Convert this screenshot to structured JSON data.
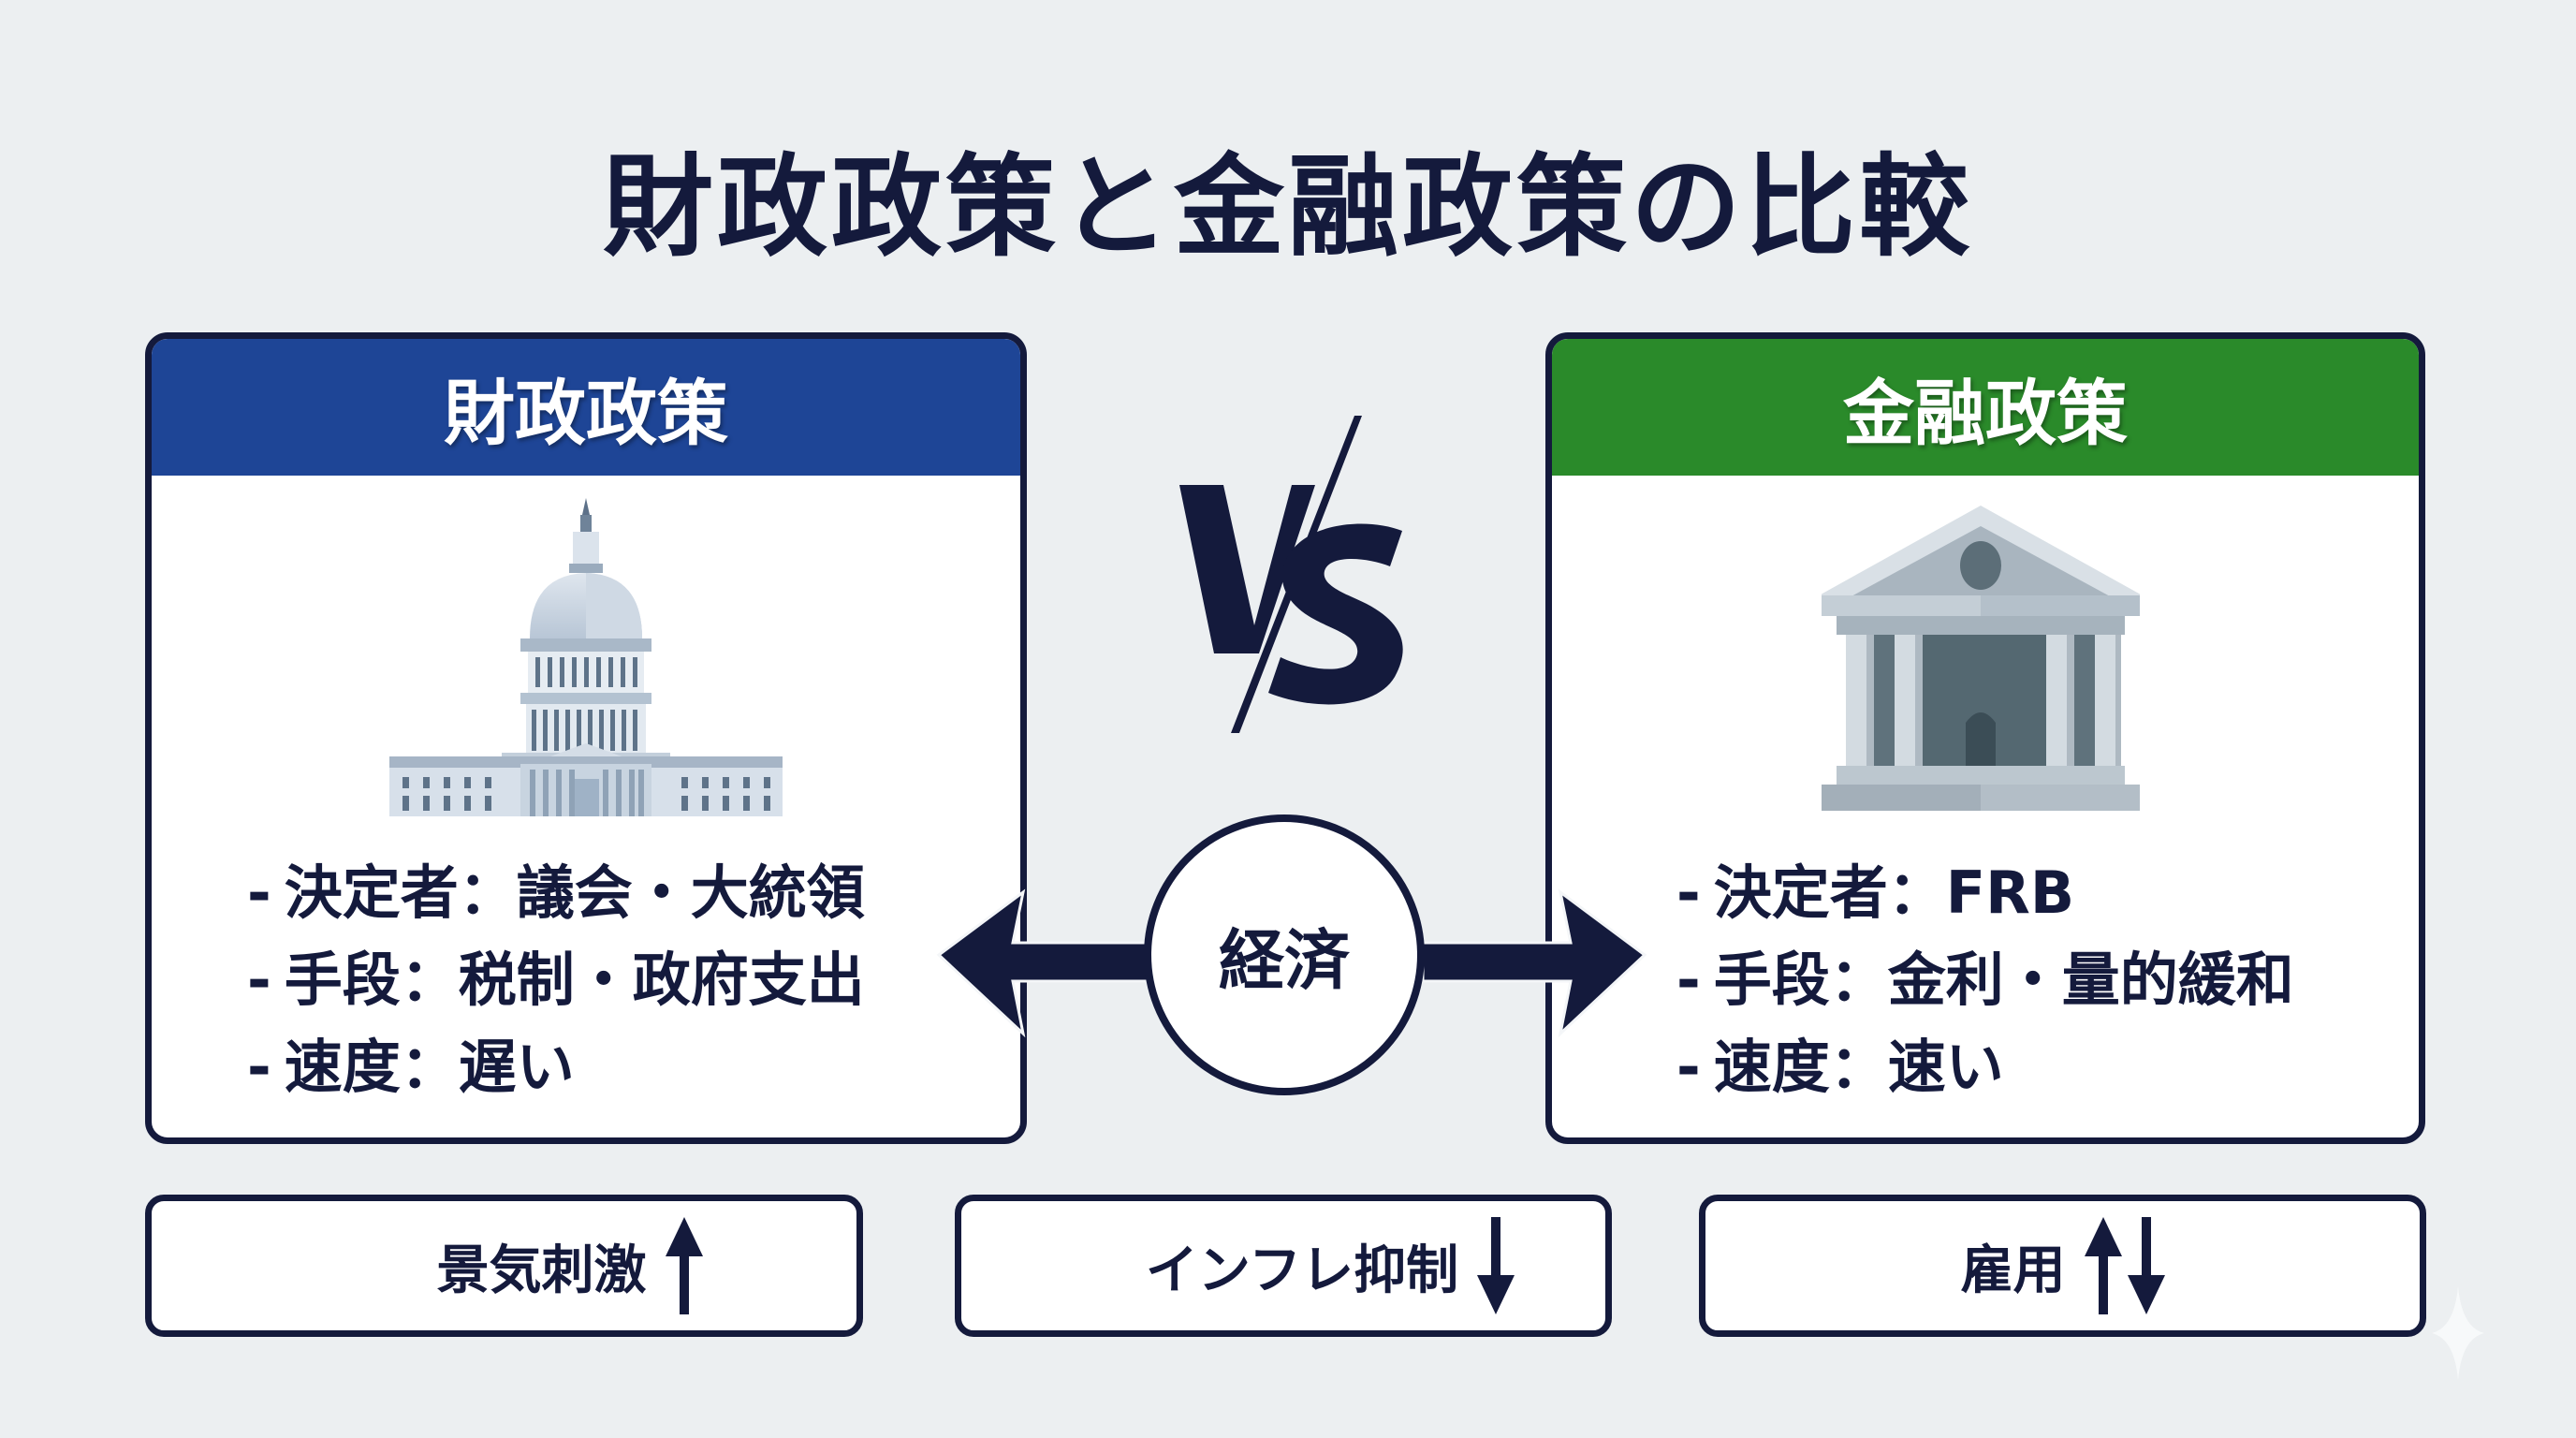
{
  "title": "財政政策と金融政策の比較",
  "colors": {
    "fiscal_header": "#1e4596",
    "monetary_header": "#2a8a2a",
    "ink": "#141a3c",
    "background": "#eceff1",
    "card_body": "#ffffff"
  },
  "fiscal": {
    "header": "財政政策",
    "icon": "capitol-building-icon",
    "items": [
      {
        "dash": "-",
        "text": "決定者：議会・大統領"
      },
      {
        "dash": "-",
        "text": "手段：税制・政府支出"
      },
      {
        "dash": "-",
        "text": "速度：遅い"
      }
    ]
  },
  "monetary": {
    "header": "金融政策",
    "icon": "bank-building-icon",
    "items": [
      {
        "dash": "-",
        "text": "決定者：FRB"
      },
      {
        "dash": "-",
        "text": "手段：金利・量的緩和"
      },
      {
        "dash": "-",
        "text": "速度：速い"
      }
    ]
  },
  "center": {
    "vs_label": "VS",
    "hub_label": "経済",
    "left_arrow_icon": "arrow-left-icon",
    "right_arrow_icon": "arrow-right-icon"
  },
  "effects": [
    {
      "label": "景気刺激",
      "arrows": [
        "up"
      ]
    },
    {
      "label": "インフレ抑制",
      "arrows": [
        "down"
      ]
    },
    {
      "label": "雇用",
      "arrows": [
        "up",
        "down"
      ]
    }
  ]
}
